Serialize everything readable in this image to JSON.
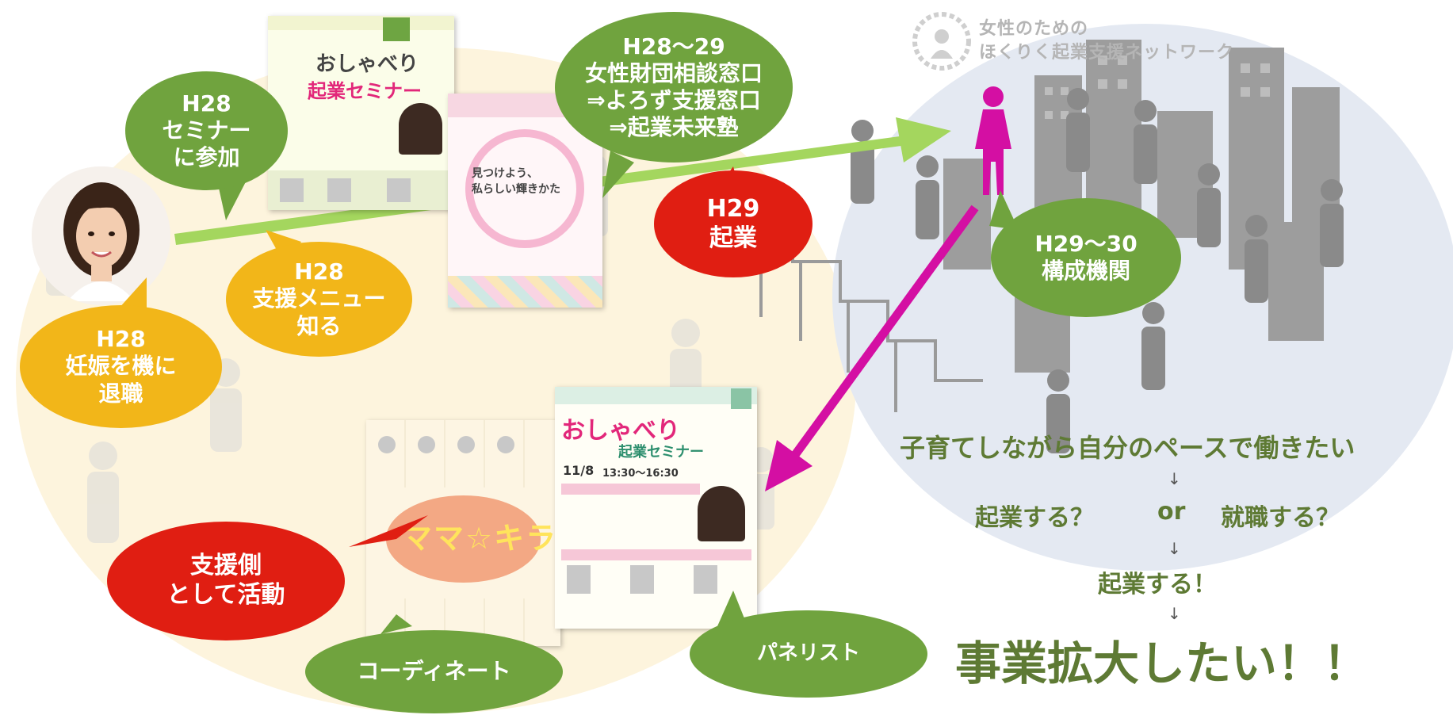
{
  "logo": {
    "line1": "女性のための",
    "line2": "ほくりく起業支援ネットワーク"
  },
  "bubbles": {
    "h28_seminar": [
      "H28",
      "セミナー",
      "に参加"
    ],
    "h28_menu": [
      "H28",
      "支援メニュー",
      "知る"
    ],
    "h28_retire": [
      "H28",
      "妊娠を機に",
      "退職"
    ],
    "h28_29_window": [
      "H28～29",
      "女性財団相談窓口",
      "⇒よろず支援窓口",
      "⇒起業未来塾"
    ],
    "h29_startup": [
      "H29",
      "起業"
    ],
    "h29_30_member": [
      "H29～30",
      "構成機関"
    ],
    "support_side": [
      "支援側",
      "として活動"
    ],
    "coordinate": [
      "コーディネート"
    ],
    "panelist": [
      "パネリスト"
    ]
  },
  "flyers": {
    "top_seminar_title": "おしゃべり",
    "top_seminar_sub": "起業セミナー",
    "pink_title_1": "見つけよう、",
    "pink_title_2": "私らしい輝きかた",
    "mama_kira": "ママ☆キラ",
    "bottom_seminar_title": "おしゃべり",
    "bottom_seminar_sub": "起業セミナー",
    "bottom_seminar_date": "11/8",
    "bottom_seminar_time": "13:30～16:30"
  },
  "flow": {
    "line1": "子育てしながら自分のペースで働きたい",
    "arrow1": "↓",
    "line2_a": "起業する？",
    "line2_or": "or",
    "line2_b": "就職する？",
    "arrow2": "↓",
    "line3": "起業する！",
    "arrow3": "↓",
    "line4": "事業拡大したい！！"
  },
  "colors": {
    "green": "#70a33e",
    "yellow": "#f2b619",
    "red": "#e01e12",
    "magenta": "#d40fa3",
    "text_green": "#5e7a34"
  }
}
